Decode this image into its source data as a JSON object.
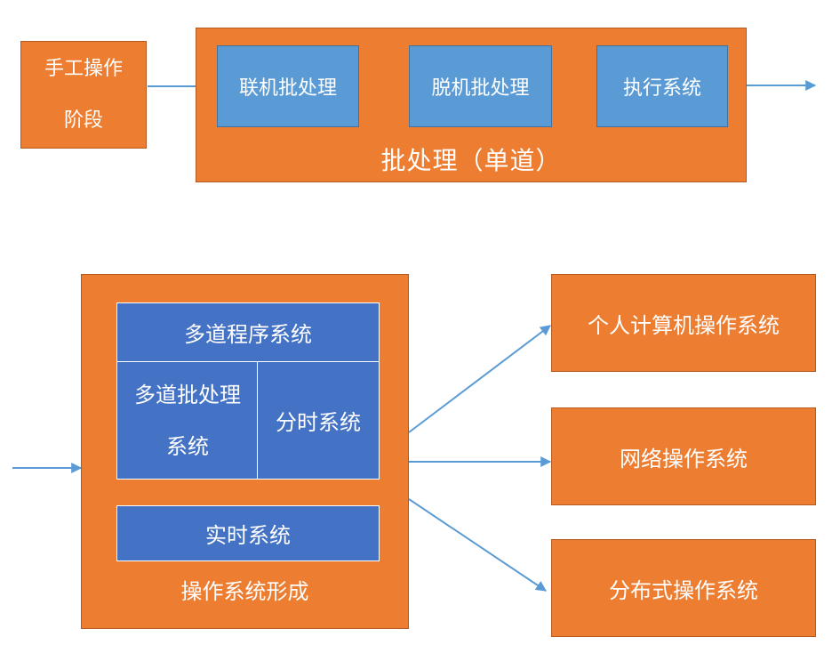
{
  "top": {
    "manual_stage": {
      "line1": "手工操作",
      "line2": "阶段"
    },
    "batch_group_label": "批处理（单道）",
    "steps": [
      "联机批处理",
      "脱机批处理",
      "执行系统"
    ]
  },
  "bottom": {
    "group_label": "操作系统形成",
    "multiprogramming": "多道程序系统",
    "multi_batch": {
      "line1": "多道批处理",
      "line2": "系统"
    },
    "time_sharing": "分时系统",
    "real_time": "实时系统",
    "outputs": [
      "个人计算机操作系统",
      "网络操作系统",
      "分布式操作系统"
    ]
  },
  "colors": {
    "orange": "#ed7d31",
    "light_blue": "#5b9bd5",
    "dark_blue": "#4472c4",
    "arrow": "#5b9bd5"
  }
}
